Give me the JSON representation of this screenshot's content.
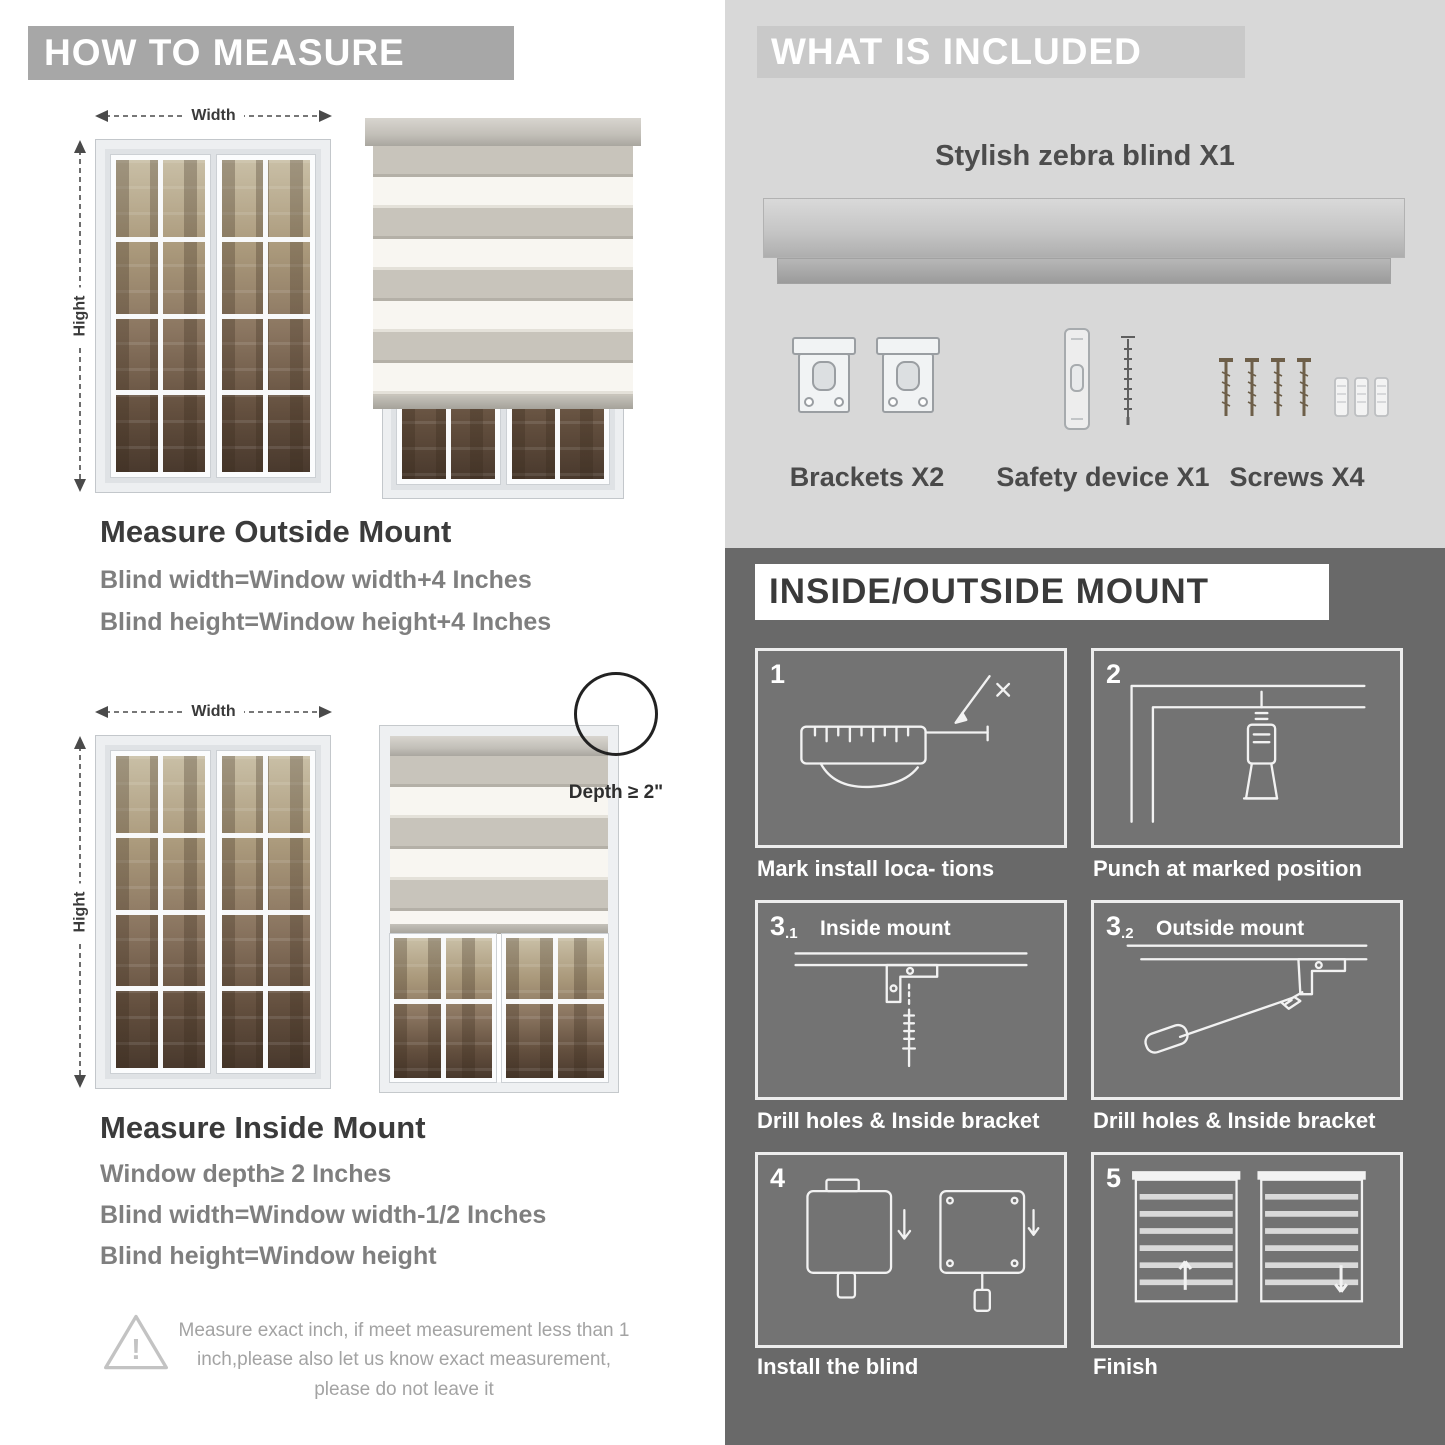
{
  "colors": {
    "left_header_bg": "#a7a7a7",
    "included_panel_bg": "#d8d8d8",
    "included_header_bg": "#c9c9c9",
    "mount_panel_bg": "#696969",
    "heading_text": "#3b3b3b",
    "formula_text": "#7f7f7f"
  },
  "measure": {
    "header": "HOW TO MEASURE",
    "outside": {
      "width_label": "Width",
      "height_label": "Hight",
      "title": "Measure Outside Mount",
      "lines": [
        "Blind width=Window width+4 Inches",
        "Blind height=Window height+4 Inches"
      ]
    },
    "inside": {
      "width_label": "Width",
      "height_label": "Hight",
      "depth_note": "Depth ≥ 2\"",
      "title": "Measure Inside Mount",
      "lines": [
        "Window depth≥ 2 Inches",
        "Blind width=Window width-1/2 Inches",
        "Blind height=Window height"
      ]
    },
    "warning": {
      "icon": "!",
      "text": "Measure exact inch, if meet measurement less than 1 inch,please also let us know exact measurement, please do not leave it"
    }
  },
  "included": {
    "header": "WHAT IS INCLUDED",
    "product_label": "Stylish zebra blind X1",
    "items": [
      {
        "label": "Brackets X2"
      },
      {
        "label": "Safety device X1"
      },
      {
        "label": "Screws X4"
      }
    ]
  },
  "mount": {
    "header": "INSIDE/OUTSIDE MOUNT",
    "steps": [
      {
        "num": "1",
        "caption": "Mark install loca- tions"
      },
      {
        "num": "2",
        "caption": "Punch at  marked position"
      },
      {
        "num": "3",
        "suffix": ".1",
        "label": "Inside mount",
        "caption": "Drill holes &  Inside bracket"
      },
      {
        "num": "3",
        "suffix": ".2",
        "label": "Outside mount",
        "caption": "Drill holes &  Inside bracket"
      },
      {
        "num": "4",
        "caption": "Install the blind"
      },
      {
        "num": "5",
        "caption": "Finish"
      }
    ]
  }
}
